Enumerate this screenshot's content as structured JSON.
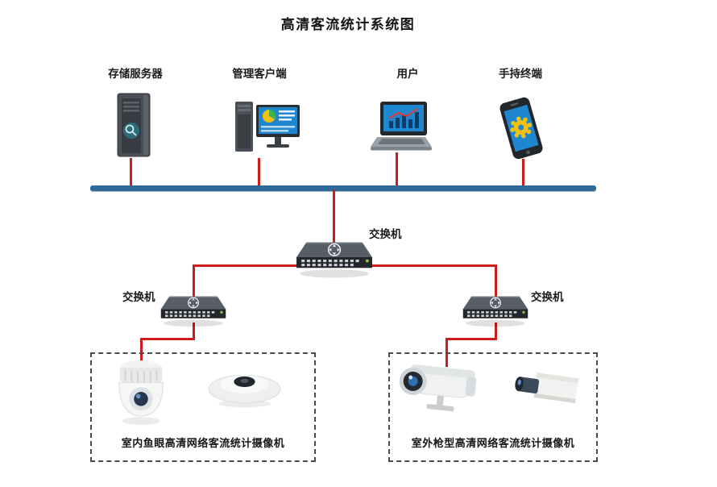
{
  "title": "高清客流统计系统图",
  "top_devices": [
    {
      "id": "storage-server",
      "label": "存储服务器"
    },
    {
      "id": "management-client",
      "label": "管理客户端"
    },
    {
      "id": "user",
      "label": "用户"
    },
    {
      "id": "handheld-terminal",
      "label": "手持终端"
    }
  ],
  "switch_labels": {
    "core": "交换机",
    "left": "交换机",
    "right": "交换机"
  },
  "camera_groups": [
    {
      "id": "indoor-fisheye",
      "label": "室内鱼眼高清网络客流统计摄像机"
    },
    {
      "id": "outdoor-bullet",
      "label": "室外枪型高清网络客流统计摄像机"
    }
  ],
  "colors": {
    "bus_line": "#2d6a99",
    "connector_line": "#cd1c1c",
    "dashed_border": "#4a4a4a",
    "screen_blue": "#1f86d0",
    "switch_body": "#23272c"
  }
}
